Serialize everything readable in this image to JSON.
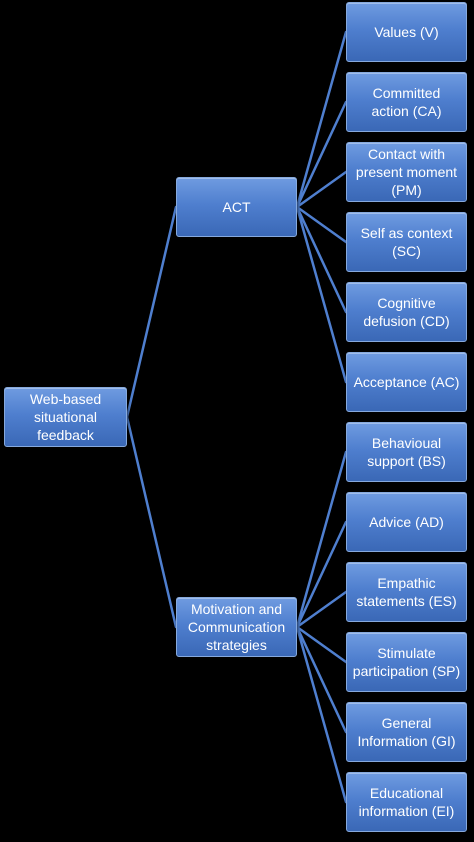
{
  "nodes": {
    "root": "Web-based\nsituational\nfeedback",
    "act": "ACT",
    "motivation": "Motivation and\nCommunication\nstrategies",
    "values": "Values (V)",
    "committed_action": "Committed\naction (CA)",
    "present_moment": "Contact with\npresent moment\n(PM)",
    "self_as_context": "Self as context\n(SC)",
    "cognitive_defusion": "Cognitive\ndefusion (CD)",
    "acceptance": "Acceptance (AC)",
    "behavioural_support": "Behavioual\nsupport (BS)",
    "advice": "Advice (AD)",
    "empathic_statements": "Empathic\nstatements (ES)",
    "stimulate_participation": "Stimulate\nparticipation (SP)",
    "general_information": "General\nInformation (GI)",
    "educational_information": "Educational\ninformation (EI)"
  },
  "colors": {
    "node_fill": "#4f7fcf",
    "node_border": "#86a9dd",
    "connector": "#4f7fcf",
    "background": "#000000"
  }
}
